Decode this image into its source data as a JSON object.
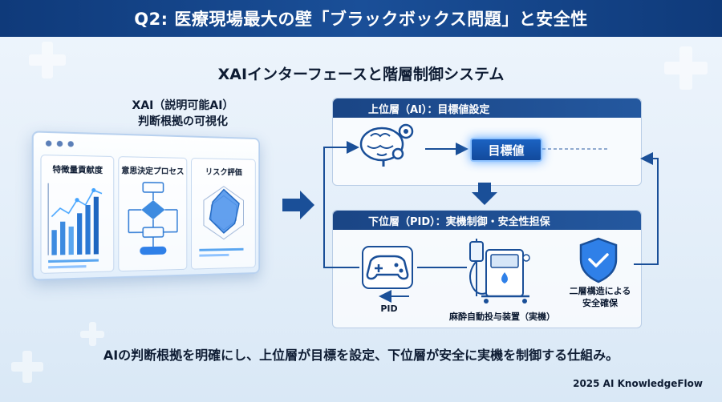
{
  "title": "Q2: 医療現場最大の壁「ブラックボックス問題」と安全性",
  "subtitle": "XAIインターフェースと階層制御システム",
  "xai_panel": {
    "label_line1": "XAI（説明可能AI）",
    "label_line2": "判断根拠の可視化",
    "cards": [
      {
        "title": "特徴量貢献度"
      },
      {
        "title": "意思決定プロセス"
      },
      {
        "title": "リスク評価"
      }
    ]
  },
  "upper_layer": {
    "header": "上位層（AI）：目標値設定",
    "target_label": "目標値"
  },
  "lower_layer": {
    "header": "下位層（PID）：実機制御・安全性担保",
    "pid_label": "PID",
    "device_label": "麻酔自動投与装置（実機）",
    "shield_label_line1": "二層構造による",
    "shield_label_line2": "安全確保"
  },
  "bottom_caption": "AIの判断根拠を明確にし、上位層が目標を設定、下位層が安全に実機を制御する仕組み。",
  "credit": "2025 AI KnowledgeFlow",
  "colors": {
    "header_blue": "#1a4f98",
    "accent_blue": "#1b62c2",
    "glow": "#8fc3ff"
  }
}
